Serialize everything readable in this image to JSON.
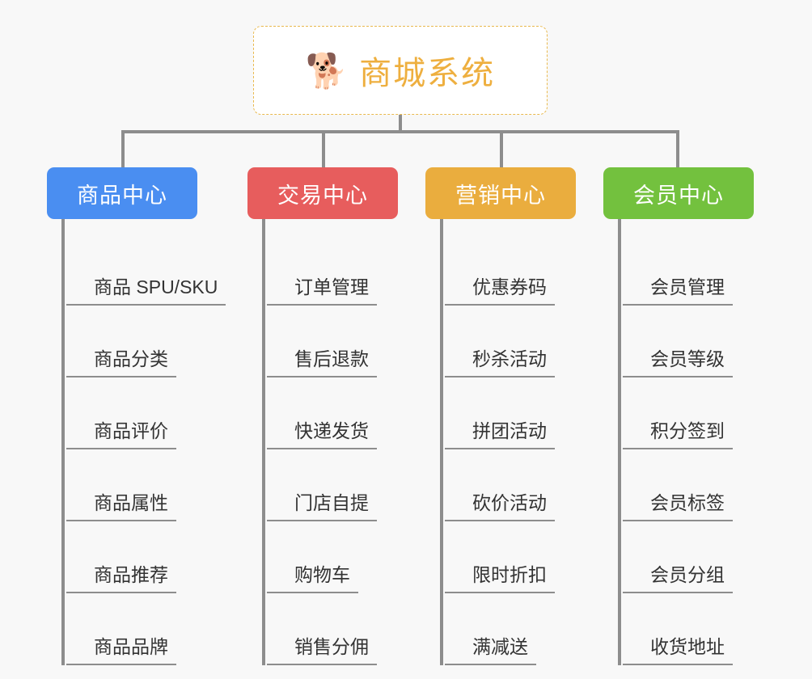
{
  "canvas": {
    "background": "#f8f8f8",
    "line_color": "#8d8d8d"
  },
  "root": {
    "icon": "🐕",
    "icon_name": "shiba-dog-icon",
    "title": "商城系统",
    "text_color": "#eeaf3f",
    "border_color": "#e9b94e",
    "background": "#ffffff"
  },
  "branches": [
    {
      "label": "商品中心",
      "color": "#4a8ef1",
      "items": [
        "商品 SPU/SKU",
        "商品分类",
        "商品评价",
        "商品属性",
        "商品推荐",
        "商品品牌"
      ]
    },
    {
      "label": "交易中心",
      "color": "#e75d5d",
      "items": [
        "订单管理",
        "售后退款",
        "快递发货",
        "门店自提",
        "购物车",
        "销售分佣"
      ]
    },
    {
      "label": "营销中心",
      "color": "#eaad3e",
      "items": [
        "优惠券码",
        "秒杀活动",
        "拼团活动",
        "砍价活动",
        "限时折扣",
        "满减送"
      ]
    },
    {
      "label": "会员中心",
      "color": "#73c13e",
      "items": [
        "会员管理",
        "会员等级",
        "积分签到",
        "会员标签",
        "会员分组",
        "收货地址"
      ]
    }
  ]
}
